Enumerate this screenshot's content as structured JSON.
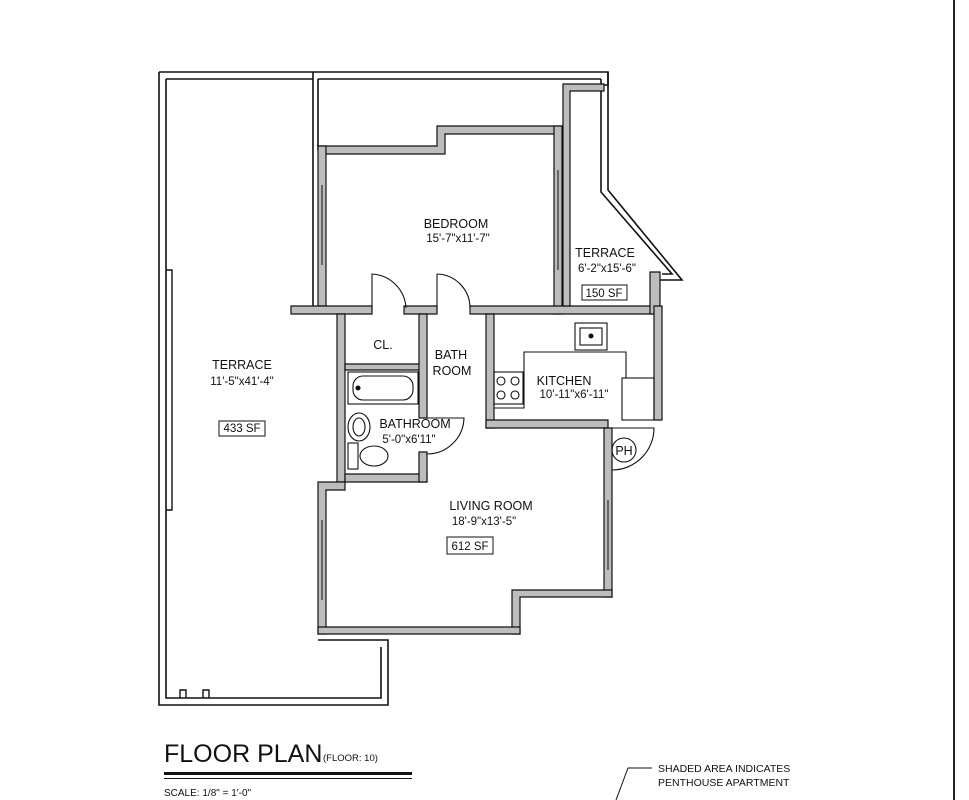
{
  "plan": {
    "terrace_west": {
      "name": "TERRACE",
      "dims": "11'-5\"x41'-4\"",
      "area": "433 SF"
    },
    "bedroom": {
      "name": "BEDROOM",
      "dims": "15'-7\"x11'-7\""
    },
    "terrace_east": {
      "name": "TERRACE",
      "dims": "6'-2\"x15'-6\"",
      "area": "150 SF"
    },
    "closet": {
      "name": "CL."
    },
    "bath_room": {
      "line1": "BATH",
      "line2": "ROOM"
    },
    "kitchen": {
      "name": "KITCHEN",
      "dims": "10'-11\"x6'-11\""
    },
    "bathroom": {
      "name": "BATHROOM",
      "dims": "5'-0\"x6'11\""
    },
    "penthouse_marker": "PH",
    "living_room": {
      "name": "LIVING ROOM",
      "dims": "18'-9\"x13'-5\"",
      "area": "612 SF"
    }
  },
  "footer": {
    "title": "FLOOR PLAN",
    "floor": "(FLOOR: 10)",
    "scale": "SCALE: 1/8\" = 1'-0\"",
    "note_line1": "SHADED AREA INDICATES",
    "note_line2": "PENTHOUSE APARTMENT"
  }
}
